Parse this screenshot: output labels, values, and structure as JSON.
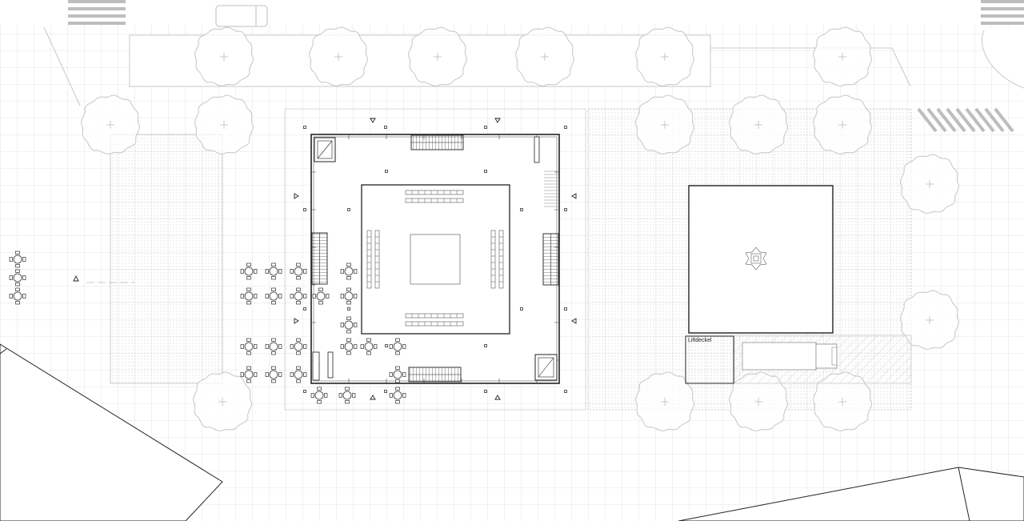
{
  "drawing": {
    "type": "site plan",
    "labels": {
      "lift_cover": "Liftdeckel"
    },
    "colors": {
      "paper": "#ffffff",
      "grid": "#dcdcdc",
      "context_line": "#c8c8c8",
      "building_line": "#222222",
      "crosswalk": "#bdbdbd"
    },
    "icons": [
      "tree-symbol",
      "cafe-table-set",
      "entrance-triangle",
      "stair",
      "elevator-shaft",
      "delivery-truck",
      "parked-van"
    ]
  }
}
